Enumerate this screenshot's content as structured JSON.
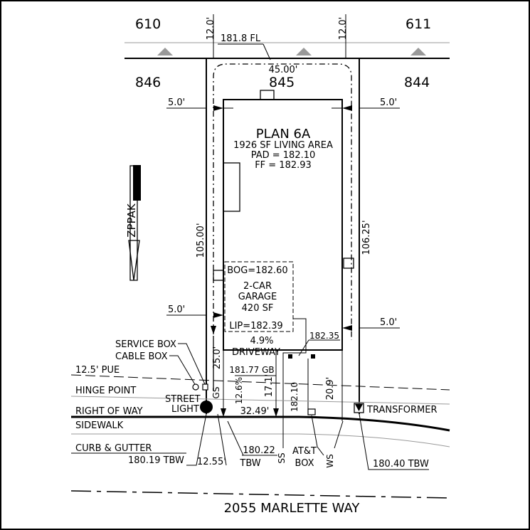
{
  "lots": {
    "top_left": "610",
    "top_right": "611",
    "mid_left": "846",
    "subject": "845",
    "mid_right": "844"
  },
  "street_name": "2055 MARLETTE WAY",
  "house": {
    "plan": "PLAN 6A",
    "living_area": "1926 SF LIVING AREA",
    "pad": "PAD = 182.10",
    "ff": "FF = 182.93"
  },
  "garage": {
    "bog": "BOG=182.60",
    "name_line1": "2-CAR",
    "name_line2": "GARAGE",
    "area": "420 SF",
    "lip": "LIP=182.39"
  },
  "driveway": {
    "slope": "4.9%",
    "label": "DRIVEWAY"
  },
  "dimensions": {
    "easement_left": "12.0'",
    "easement_right": "12.0'",
    "fl_elevation": "181.8 FL",
    "front_width": "45.00'",
    "setback_left_top": "5.0'",
    "setback_right_top": "5.0'",
    "setback_left_bottom": "5.0'",
    "setback_right_bottom": "5.0'",
    "depth_left": "105.00'",
    "depth_right": "106.25'",
    "front_setback": "25.0'",
    "gb_elevation": "181.77 GB",
    "slope_pct": "12.6%",
    "front_17": "17.1'",
    "elev_18210": "182.10",
    "side_209": "20.9'",
    "frontage": "32.49'",
    "elev_18235": "182.35"
  },
  "labels": {
    "service_box": "SERVICE BOX",
    "cable_box": "CABLE BOX",
    "pue": "12.5' PUE",
    "hinge_point": "HINGE POINT",
    "street_light_1": "STREET",
    "street_light_2": "LIGHT",
    "gs": "GS",
    "right_of_way": "RIGHT OF WAY",
    "sidewalk": "SIDEWALK",
    "curb_gutter": "CURB & GUTTER",
    "transformer": "TRANSFORMER",
    "tbw_18019": "180.19 TBW",
    "dim_1255": "12.55'",
    "tbw_18022_a": "180.22",
    "tbw_18022_b": "TBW",
    "ss": "SS",
    "att_1": "AT&T",
    "att_2": "BOX",
    "ws": "WS",
    "tbw_18040": "180.40 TBW"
  },
  "north_arrow": {
    "letters": "ZPPAK"
  }
}
